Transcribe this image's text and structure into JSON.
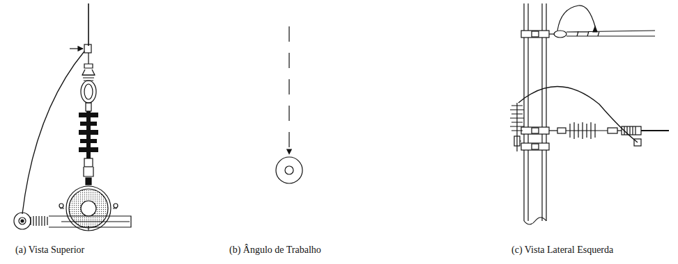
{
  "diagram": {
    "labels": [
      "(a) Vista Superior",
      "(b) Ângulo de Trabalho",
      "(c) Vista Lateral Esquerda"
    ]
  }
}
